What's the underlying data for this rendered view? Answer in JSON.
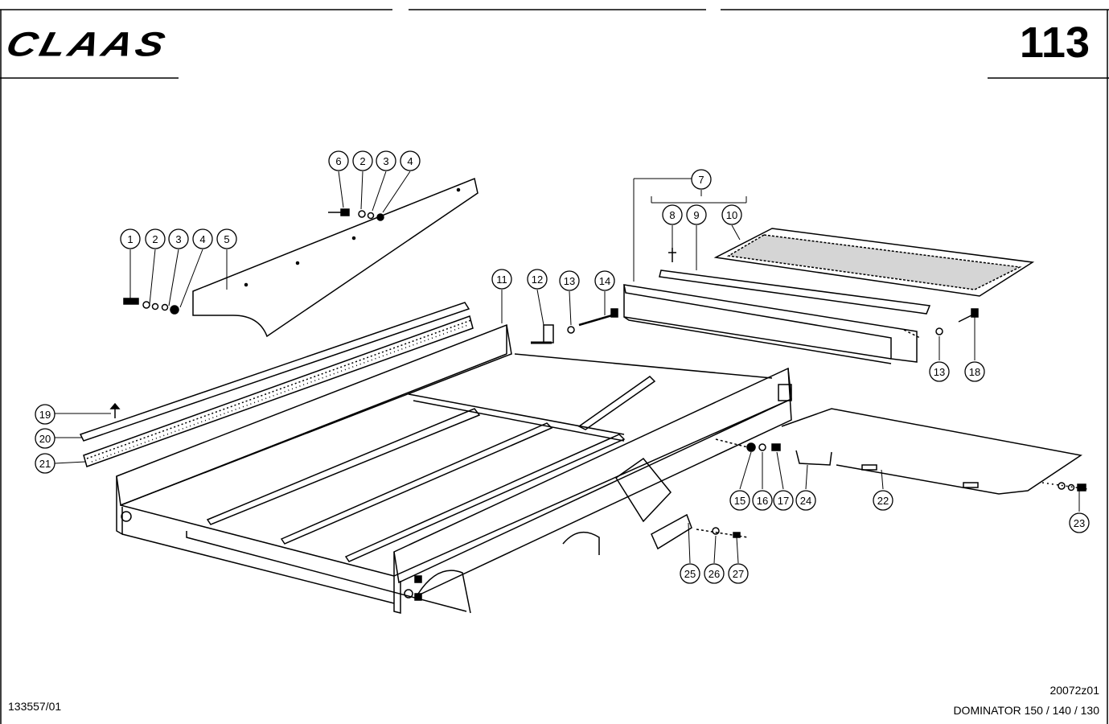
{
  "header": {
    "brand": "CLAAS",
    "page_number": "113"
  },
  "footer": {
    "document_number": "133557/01",
    "drawing_number": "20072z01",
    "model": "DOMINATOR 150 / 140 / 130"
  },
  "callouts": [
    "1",
    "2",
    "3",
    "4",
    "5",
    "6",
    "2",
    "3",
    "4",
    "7",
    "8",
    "9",
    "10",
    "11",
    "12",
    "13",
    "14",
    "13",
    "18",
    "19",
    "20",
    "21",
    "15",
    "16",
    "17",
    "24",
    "22",
    "23",
    "25",
    "26",
    "27"
  ]
}
